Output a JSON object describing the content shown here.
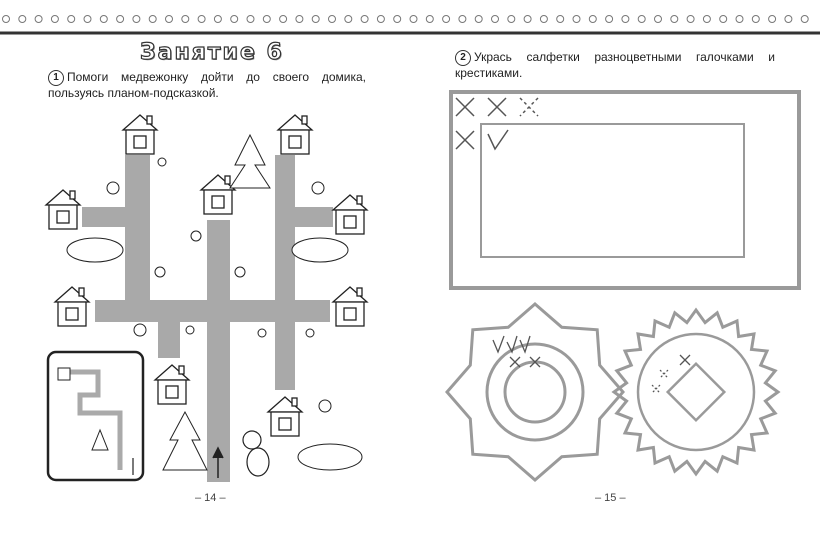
{
  "left_page": {
    "lesson_title": "Занятие 6",
    "task1": {
      "number": "1",
      "text": "Помоги медвежонку дойти до своего домика, пользуясь планом-подсказкой."
    },
    "page_number": "– 14 –"
  },
  "right_page": {
    "task2": {
      "number": "2",
      "text": "Укрась салфетки разноцветными галочками и крестиками."
    },
    "page_number": "– 15 –"
  },
  "colors": {
    "road": "#a9a9a9",
    "ink": "#222222",
    "napkin": "#9a9a9a"
  }
}
